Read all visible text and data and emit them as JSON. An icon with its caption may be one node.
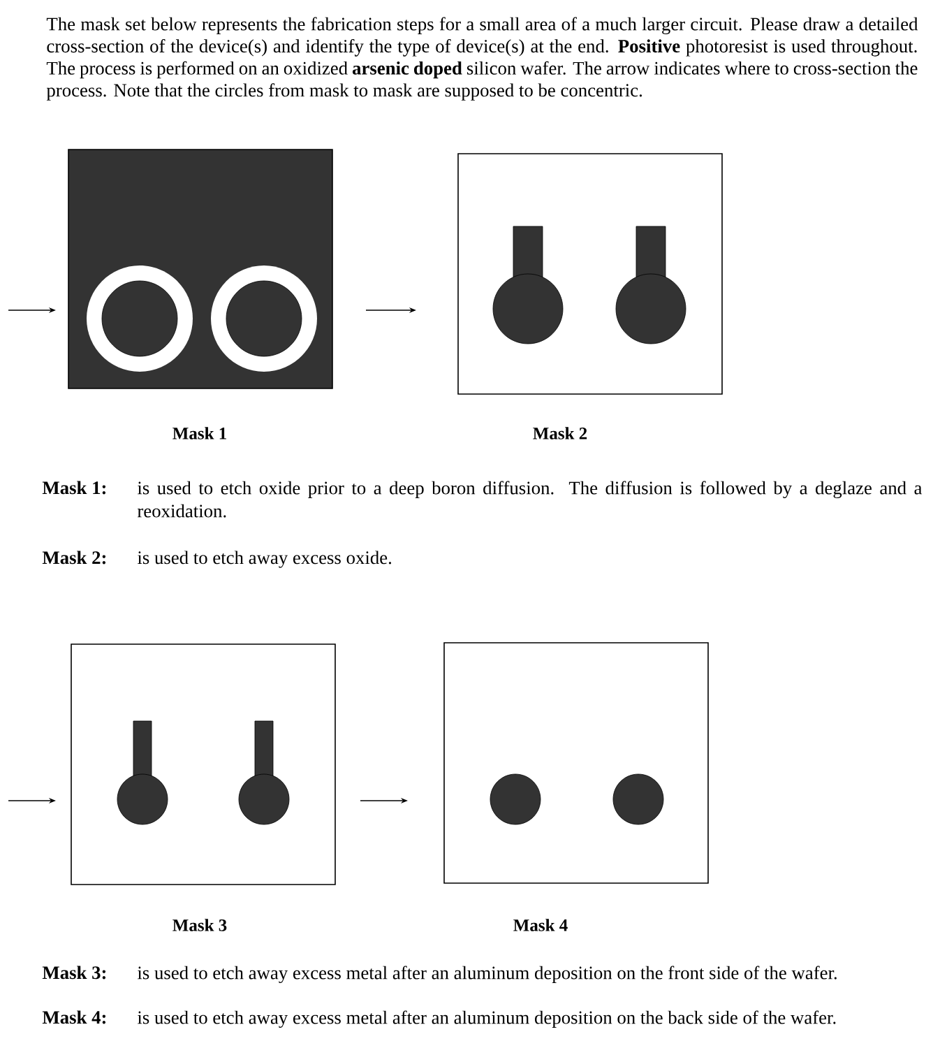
{
  "diagram": {
    "nodes": [
      {
        "text": [],
        "shape": "box",
        "beside": [
          "Mask 1"
        ]
      },
      {
        "text": [],
        "shape": "box",
        "beside": [
          "Mask 2"
        ]
      },
      {
        "text": [],
        "shape": "box",
        "beside": [
          "Mask 3"
        ]
      },
      {
        "text": [],
        "shape": "box",
        "beside": [
          "Mask 4"
        ]
      }
    ],
    "labels": [
      "The mask set below represents the fabrication steps for a small area of a much larger circuit.  Please draw a detailed cross-section of the device(s) and identify the type of device(s) at the end.  **Positive** photoresist is used throughout.  The process is performed on an oxidized **arsenic doped** silicon wafer.  The arrow indicates where to cross-section the process. Note that the circles from mask to mask are supposed to be concentric.",
      "Mask 1:",
      "is used to etch oxide prior to a deep boron diffusion.  The diffusion is followed by a deglaze and a reoxidation.",
      "Mask 2:",
      "is used to etch away excess oxide.",
      "Mask 3:",
      "is used to etch away excess metal after an aluminum deposition on the front side of the wafer.",
      "Mask 4:",
      "is used to etch away excess metal after an aluminum deposition on the back side of the wafer."
    ]
  }
}
